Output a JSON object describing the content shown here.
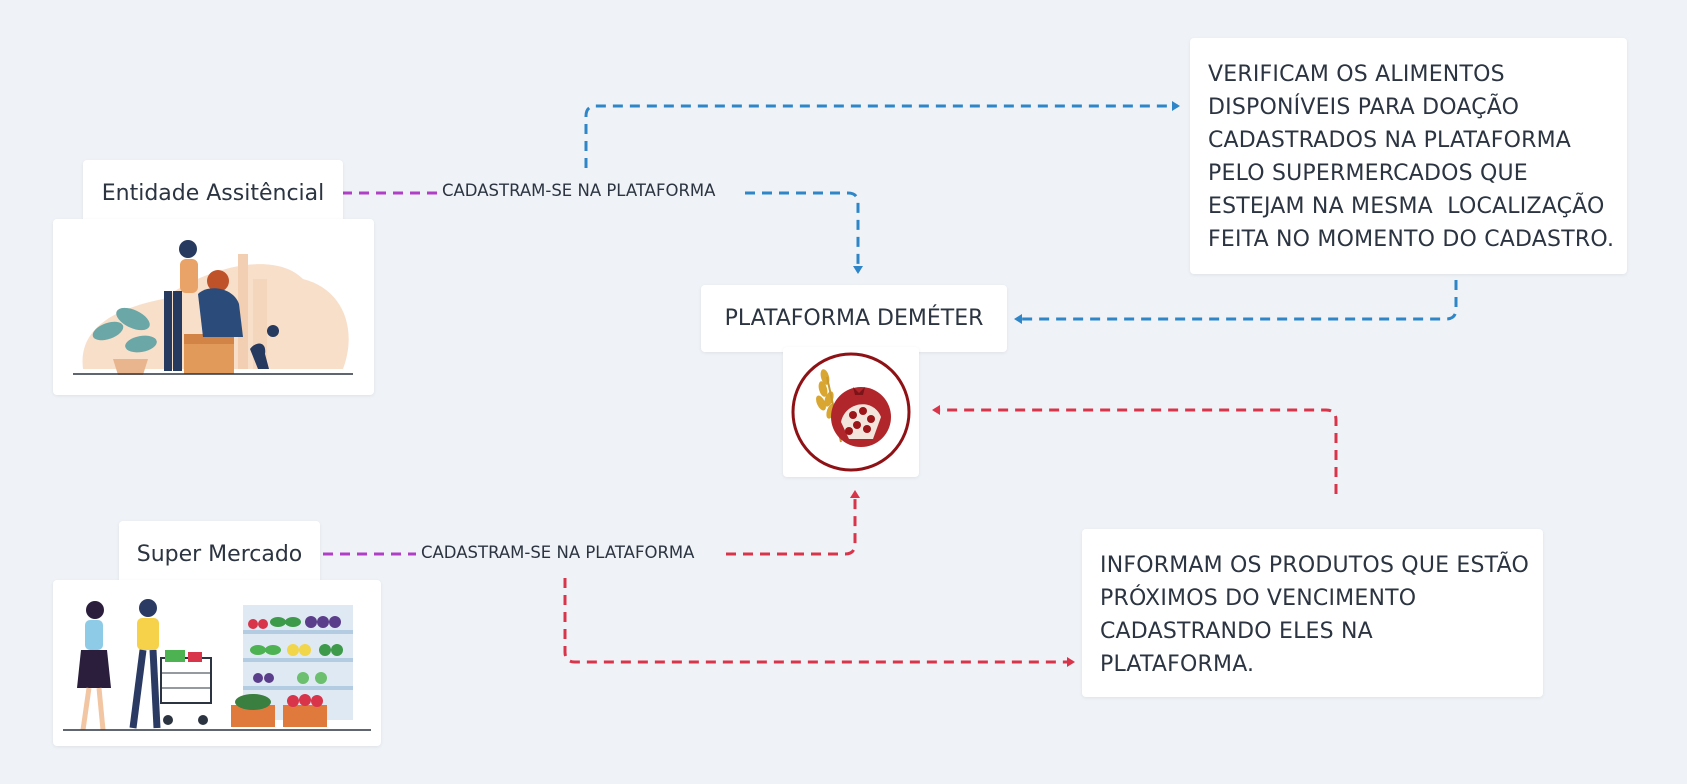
{
  "nodes": {
    "entity": {
      "title": "Entidade Assitêncial",
      "illustration": "people-comforting-illustration"
    },
    "market": {
      "title": "Super Mercado",
      "illustration": "supermarket-shoppers-illustration"
    },
    "platform": {
      "title": "PLATAFORMA DEMÉTER",
      "logo": "pomegranate-wheat-logo"
    }
  },
  "connectors": {
    "entity_register": "CADASTRAM-SE NA PLATAFORMA",
    "market_register": "CADASTRAM-SE NA PLATAFORMA"
  },
  "notes": {
    "verify": {
      "lines": [
        "VERIFICAM OS ALIMENTOS",
        "DISPONÍVEIS PARA DOAÇÃO",
        "CADASTRADOS NA PLATAFORMA",
        "PELO SUPERMERCADOS QUE",
        "ESTEJAM NA MESMA  LOCALIZAÇÃO",
        "FEITA NO MOMENTO DO CADASTRO."
      ]
    },
    "inform": {
      "lines": [
        "INFORMAM OS PRODUTOS QUE ESTÃO",
        "PRÓXIMOS DO VENCIMENTO",
        "CADASTRANDO ELES NA",
        "PLATAFORMA."
      ]
    }
  },
  "colors": {
    "blue_arrow": "#2e86c8",
    "red_arrow": "#d8344a",
    "purple_line": "#b03ec7",
    "background": "#eff2f6"
  }
}
